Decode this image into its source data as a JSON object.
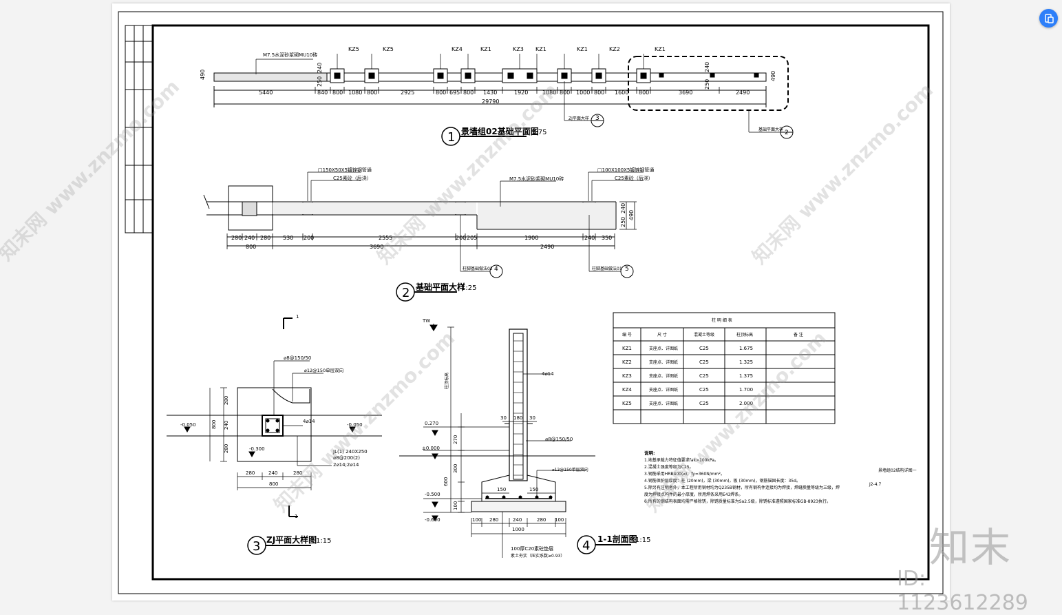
{
  "brand": {
    "name": "知末",
    "id_label": "ID: 1123612289"
  },
  "colors": {
    "accent": "#2d7ff9",
    "line": "#000000"
  },
  "plan1": {
    "num": "1",
    "title": "景墙组02基础平面图",
    "scale": "1:75",
    "wall_note": "M7.5水泥砂浆砌MU10砖",
    "cols": [
      "KZ5",
      "KZ5",
      "KZ4",
      "KZ1",
      "KZ3",
      "KZ1",
      "KZ1",
      "KZ2",
      "KZ1"
    ],
    "dims": [
      "5440",
      "840",
      "800",
      "1080",
      "800",
      "2925",
      "800",
      "695",
      "800",
      "1430",
      "1920",
      "1080",
      "800",
      "1000",
      "800",
      "1600",
      "800",
      "3690",
      "2490"
    ],
    "total": "29790",
    "h490a": "490",
    "h490b": "490",
    "v240": "240",
    "v250": "250",
    "v240b": "240",
    "v250b": "250",
    "ref2": "基础平面大样",
    "ref2_num": "2",
    "ref3": "ZJ平面大样",
    "ref3_num": "3"
  },
  "plan2": {
    "num": "2",
    "title": "基础平面大样",
    "scale": "1:25",
    "lab1": "□150X50X5镀锌钢管通",
    "lab2": "C25素砼（后浇）",
    "lab3": "M7.5水泥砂浆砌MU10砖",
    "lab4": "□100X100X5镀锌钢管通",
    "lab5": "C25素砼（后浇）",
    "dims1": [
      "280",
      "240",
      "280",
      "530",
      "200",
      "2555",
      "200",
      "205",
      "1900",
      "240",
      "350"
    ],
    "dims2": [
      "800",
      "3690",
      "2490"
    ],
    "v240": "240",
    "v250": "250",
    "v490": "490",
    "ref4": "柱脚基础做法02",
    "ref4_num": "4",
    "ref5": "柱脚基础做法01",
    "ref5_num": "5"
  },
  "zj": {
    "num": "3",
    "title": "ZJ平面大样图",
    "scale": "1:15",
    "sec": "1",
    "lab_stir": "⌀8@150/50",
    "lab_bar": "⌀12@150单层双向",
    "lab_main": "4⌀14",
    "lab_jl": "JL(1) 240X250",
    "lab_jl2": "⌀8@200(2)",
    "lab_jl3": "2⌀14;2⌀14",
    "lv1": "-0.050",
    "lv2": "-0.050",
    "lv3": "-0.300",
    "vdims": [
      "280",
      "240",
      "280"
    ],
    "v800": "800",
    "hdims": [
      "280",
      "240",
      "280"
    ],
    "h800": "800"
  },
  "sec": {
    "num": "4",
    "title": "1-1剖面图",
    "scale": "1:15",
    "tw": "TW",
    "height": "柱顶标高",
    "lab_main": "4⌀14",
    "lab_stir": "⌀8@150/50",
    "lab_bar": "⌀12@150单层双向",
    "w30a": "30",
    "w180": "180",
    "w30b": "30",
    "lv0270": "0.270",
    "lv0000": "±0.000",
    "lv0500": "-0.500",
    "lv0600": "-0.600",
    "vd": [
      "270",
      "300",
      "600",
      "100"
    ],
    "d150a": "150",
    "d150b": "150",
    "bdims": [
      "100",
      "280",
      "240",
      "280",
      "100"
    ],
    "btotal": "1000",
    "note1": "100厚C20素砼垫层",
    "note2": "素土夯实（压实系数≥0.93）"
  },
  "table": {
    "caption": "柱 明 细 表",
    "headers": [
      "编 号",
      "尺 寸",
      "混凝土等级",
      "柱顶标高",
      "备 注"
    ],
    "rows": [
      [
        "KZ1",
        "支座点、详图纸",
        "C25",
        "1.675",
        ""
      ],
      [
        "KZ2",
        "支座点、详图纸",
        "C25",
        "1.325",
        ""
      ],
      [
        "KZ3",
        "支座点、详图纸",
        "C25",
        "1.375",
        ""
      ],
      [
        "KZ4",
        "支座点、详图纸",
        "C25",
        "1.700",
        ""
      ],
      [
        "KZ5",
        "支座点、详图纸",
        "C25",
        "2.000",
        ""
      ]
    ]
  },
  "notes": {
    "title": "说明:",
    "items": [
      "1.地基承载力特征值要求fak>100kPa。",
      "2.混凝土强度等级为C25。",
      "3.钢筋采用HRB400(⌀)，fy=360N/mm²。",
      "4.钢筋保护层厚度：柱 (20mm)，梁 (30mm)，板 (30mm)，钢筋锚固长度：35d。",
      "5.除另有注明者外，本工程所用钢材均为Q235B钢材，所有钢构件连接均为焊接，焊缝质量等级为三级，焊",
      "   度为焊接点构件的最小厚度，所用焊条采用E43焊条。",
      "6.所有的钢结构表面均需严格除锈，除锈质量标准为Sa2.5级，除锈标准遵照国家标准GB-8923执行。"
    ]
  },
  "titleblock": {
    "name": "景墙组02结构详图一",
    "code": "J2-4.7"
  },
  "watermark": "知末网 www.znzmo.com"
}
